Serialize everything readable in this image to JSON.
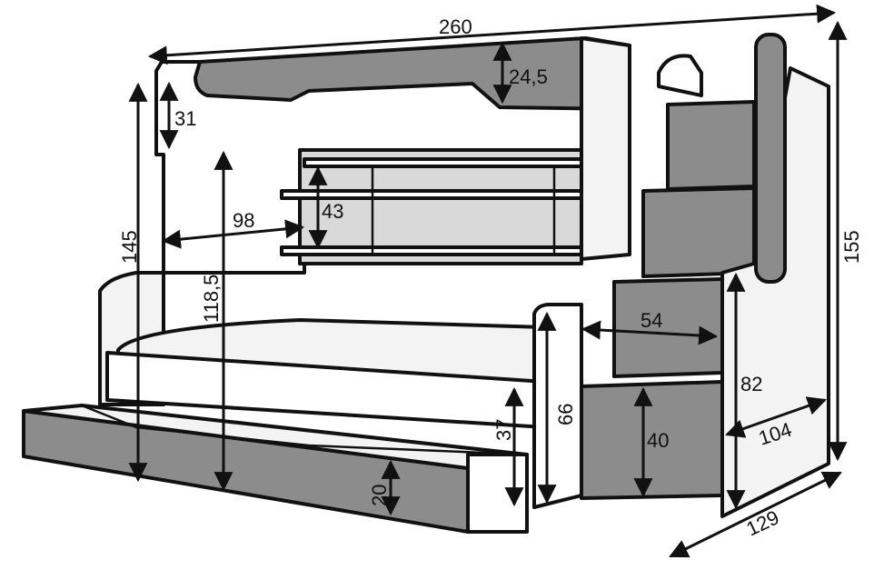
{
  "colors": {
    "panel_white": "#ffffff",
    "panel_light": "#f3f3f3",
    "panel_mid": "#d9d9d9",
    "panel_dark": "#8c8c8c",
    "outline": "#111111"
  },
  "dimensions": {
    "total_length": "260",
    "top_rail_height": "24,5",
    "top_bunk_side": "31",
    "ladder_height": "145",
    "shelf_depth": "98",
    "shelf_height": "43",
    "clearance_height": "118,5",
    "stairs_step_depth": "54",
    "stairs_height": "82",
    "stairs_side": "66",
    "mattress_height": "37",
    "drawer_height": "20",
    "stairs_box_height": "40",
    "stairs_depth": "104",
    "overall_depth": "129",
    "overall_height": "155"
  }
}
